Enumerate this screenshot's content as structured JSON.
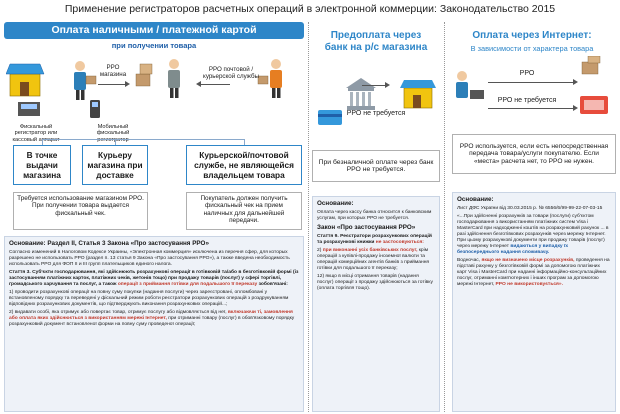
{
  "page": {
    "title": "Применение регистраторов расчетных операций в электронной коммерции: Законодательство 2015"
  },
  "col1": {
    "banner": "Оплата наличными / платежной картой",
    "subtitle": "при получении товара",
    "prro_shop": "РРО магазина",
    "prro_courier_service": "РРО почтовой / курьерской службы",
    "fiscal_reg_caption": "Фискальный регистратор или кассовый аппарат",
    "mobile_reg_caption": "Мобильный фискальный регистратор",
    "box1": "В точке выдачи магазина",
    "box2": "Курьеру магазина при доставке",
    "box3": "Курьерской/почтовой службе, не являющейся владельцем товара",
    "note_left": "Требуется использование магазином РРО. При получении товара выдается фискальный чек.",
    "note_right": "Покупатель должен получить фискальный чек на прием наличных для дальнейшей передачи.",
    "basis_title": "Основание: Раздел II, Статья 3 Закона «Про застосування РРО»",
    "basis_p1": "Согласно изменений в Налоговом Кодексе Украины, «Электронная коммерция» исключена из перечня сфер, для которых разрешено не использовать РРО (раздел п. 13 статья 9 Закона «Про застосування РРО»), а также введена необходимость использовать РРО для ФОП II и III групп плательщиков единого налога.",
    "basis_p2_a": "Стаття 3. Суб'єкти господарювання, які здійснюють розрахункові операції в готівковій та/або в безготівковій формі (із застосуванням платіжних карток, платіжних чеків, жетонів тощо) при продажу товарів (послуг) у сфері торгівлі, громадського харчування та послуг, а також",
    "basis_p2_b": "операції з приймання готівки для подальшого її переказу",
    "basis_p2_c": "зобов'язані:",
    "basis_p3": "1) проводити розрахункові операції на повну суму покупки (надання послуги) через зареєстровані, опломбовані у встановленому порядку та переведені у фіскальний режим роботи реєстратори розрахункових операцій з роздрукуванням відповідних розрахункових документів, що підтверджують виконання розрахункових операцій...;",
    "basis_p4_a": "2) видавати особі, яка отримує або повертає товар, отримує послугу або відмовляється від неї,",
    "basis_p4_b": "включаючи ті, замовлення або оплата яких здійснюється з використанням мережі Інтернет,",
    "basis_p4_c": "при отриманні товару (послуг) в обов'язковому порядку розрахунковий документ встановленої форми на повну суму проведеної операції;"
  },
  "col2": {
    "banner_line1": "Предоплата через",
    "banner_line2": "банк на р/с магазина",
    "prro_label": "РРО не требуется",
    "note": "При безналичной оплате через банк РРО не требуется.",
    "basis_title": "Основание:",
    "basis_p1": "Оплата через кассу банка относится к банковским услугам, при которых РРО не требуется.",
    "law_title": "Закон «Про застосування РРО»",
    "law_p1_a": "Стаття 9. Реєстратори розрахункових операцій та розрахункові книжки",
    "law_p1_b": "не застосовуються:",
    "law_p2_a": "2)",
    "law_p2_b": "при виконанні усіх банківських послуг,",
    "law_p2_c": "крім операцій з купівлі-продажу іноземної валюти та операцій комерційних агентів банків з приймання готівки для подальшого її переказу;",
    "law_p3": "12) якщо в місці отримання товарів (надання послуг) операції з продажу здійснюються за готівку (оплата торгівля тощо)."
  },
  "col3": {
    "banner": "Оплата через Интернет:",
    "subtitle": "В зависимости от характера товара",
    "prro_label": "РРО",
    "prro_not_required": "РРО не требуется",
    "note": "РРО используется, если есть непосредственная передача товара/услуги покупателю. Если «места» расчета нет, то РРО не нужен.",
    "basis_title": "Основание:",
    "basis_p1": "Лист ДФС України від 30.03.2015 р. № 6556/6/99-99-22-07-03-15",
    "basis_p2": "«...При здійсненні розрахунків за товари (послуги) суб'єктом господарювання з використанням платіжних систем Visa і MasterCard при надходженні коштів на розрахунковий рахунок ... в разі здійснення безготівкових розрахунків через мережу Інтернет. При цьому розрахункові документи при продажу товарів (послуг) через мережу Інтернет",
    "basis_p2_hl": "видаються у випадку їх безпосереднього надання споживачу.",
    "basis_p3_a": "Водночас,",
    "basis_p3_b": "якщо не визначено місце розрахунків,",
    "basis_p3_c": "проведення на підставі рахунку у безготівковій формі за допомогою платіжних карт Visa і MasterCard при наданні інформаційно-консультаційних послуг, отриманні комп'ютерних і інших програм за допомогою мережі Інтернет,",
    "basis_p3_d": "РРО не використовується»."
  },
  "colors": {
    "banner_blue": "#2e86c8",
    "subtitle_blue": "#1f5fa8",
    "highlight_red": "#c0392b"
  }
}
